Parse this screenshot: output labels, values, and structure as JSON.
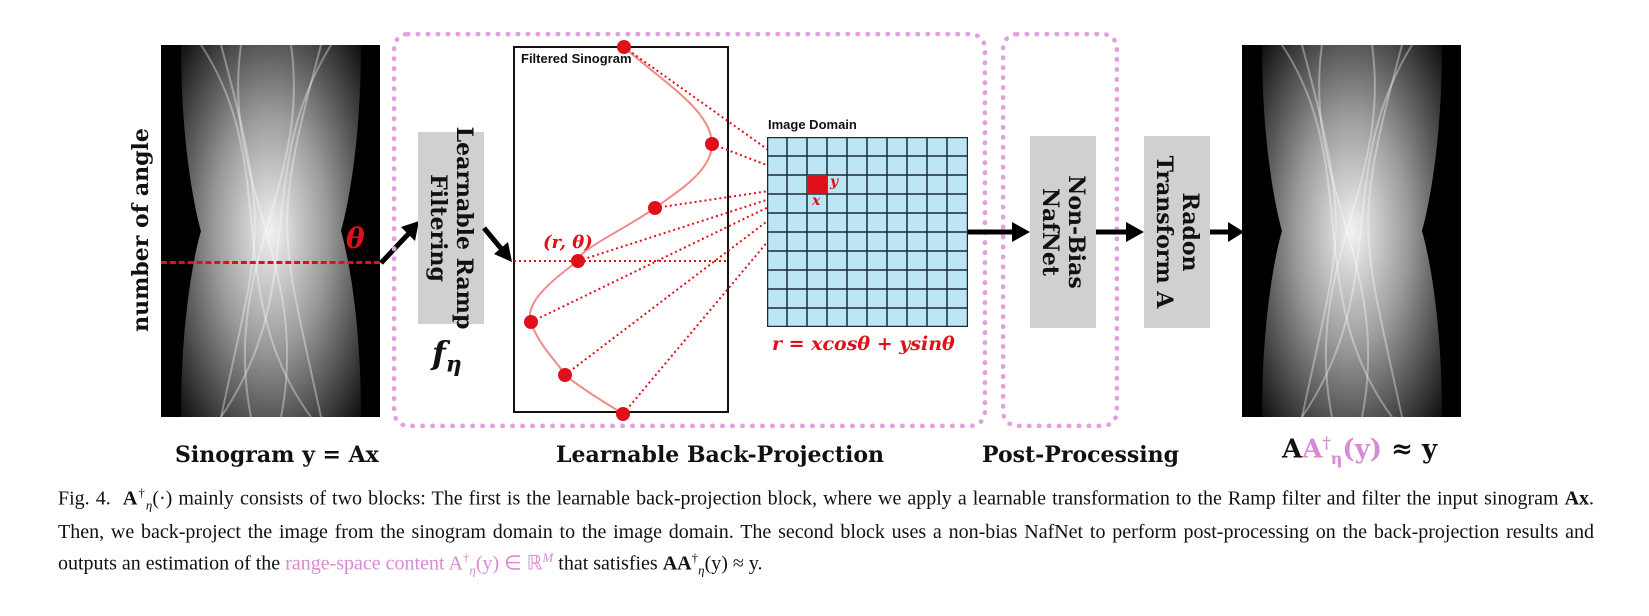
{
  "colors": {
    "accent_pink": "#d88ad3",
    "dotted_border": "#e3a0e0",
    "red": "#e0101a",
    "grid_fill": "#bde6f5",
    "grey_block": "#d0d0d0"
  },
  "left_panel": {
    "y_axis_label": "number of angle",
    "theta_symbol": "θ",
    "caption": "Sinogram y = Ax"
  },
  "ramp_block": {
    "line1": "Learnable Ramp",
    "line2": "Filtering",
    "symbol": "f",
    "subscript": "η"
  },
  "backprojection": {
    "filtered_title": "Filtered Sinogram",
    "point_label": "(r, θ)",
    "image_domain_title": "Image Domain",
    "x_label": "x",
    "y_label": "y",
    "equation": "r = xcosθ + ysinθ",
    "caption": "Learnable Back-Projection"
  },
  "post_processing": {
    "nafnet_line1": "Non-Bias",
    "nafnet_line2": "NafNet",
    "radon_line1": "Radon",
    "radon_line2": "Transform A",
    "caption": "Post-Processing"
  },
  "right_panel": {
    "caption_A1": "A",
    "caption_A2": "A",
    "caption_sup": "†",
    "caption_sub": "η",
    "caption_arg": "(y)",
    "caption_rest": " ≈ y"
  },
  "figure_caption": {
    "prefix": "Fig. 4.",
    "math_A": "A",
    "math_sup": "†",
    "math_sub": "η",
    "math_arg": "(·)",
    "text1": " mainly consists of two blocks: The first is the learnable back-projection block, where we apply a learnable transformation to the Ramp filter and filter the input sinogram ",
    "text1_math": "Ax",
    "text2": ". Then, we back-project the image from the sinogram domain to the image domain. The second block uses a non-bias NafNet to perform post-processing on the back-projection results and outputs an estimation of the ",
    "pink_text": "range-space content A",
    "pink_sup": "†",
    "pink_sub": "η",
    "pink_math": "(y) ∈ ℝ",
    "pink_M": "M",
    "text3": " that satisfies ",
    "end_A": "AA",
    "end_sup": "†",
    "end_sub": "η",
    "end_math": "(y) ≈ y."
  }
}
